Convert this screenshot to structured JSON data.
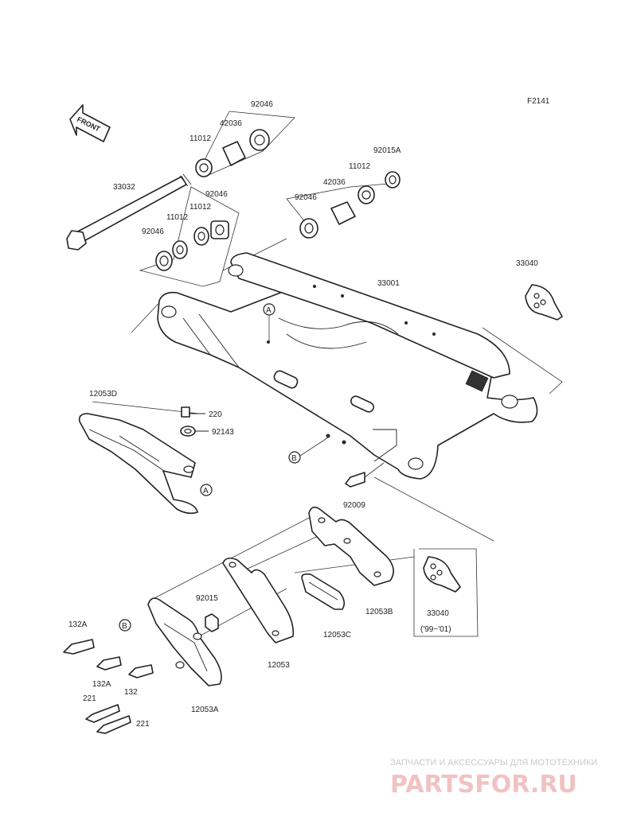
{
  "diagram_code": "F2141",
  "front_arrow": "FRONT",
  "callouts": {
    "a": "A",
    "b": "B"
  },
  "labels": {
    "l_92046_top": "92046",
    "l_42036_top": "42036",
    "l_11012_top": "11012",
    "l_92015A": "92015A",
    "l_11012_right": "11012",
    "l_42036_right": "42036",
    "l_92046_right": "92046",
    "l_33032": "33032",
    "l_92046_mid": "92046",
    "l_11012_mid": "11012",
    "l_11012_left": "11012",
    "l_92046_left": "92046",
    "l_33040_top": "33040",
    "l_33001": "33001",
    "l_12053D": "12053D",
    "l_220": "220",
    "l_92143": "92143",
    "l_92009": "92009",
    "l_33040_bottom": "33040",
    "l_33040_years": "('99~'01)",
    "l_12053B": "12053B",
    "l_12053C": "12053C",
    "l_92015": "92015",
    "l_12053": "12053",
    "l_132A_1": "132A",
    "l_132A_2": "132A",
    "l_132": "132",
    "l_221_1": "221",
    "l_221_2": "221",
    "l_12053A": "12053A"
  },
  "watermark": {
    "tagline": "ЗАПЧАСТИ И АКСЕССУАРЫ ДЛЯ МОТОТЕХНИКИ",
    "brand": "PARTSFOR.RU"
  }
}
